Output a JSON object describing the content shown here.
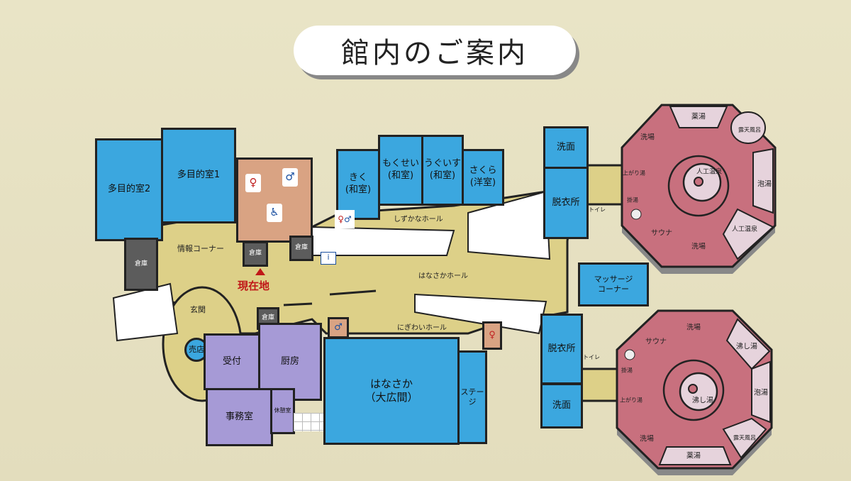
{
  "title": "館内のご案内",
  "rooms": {
    "multi2": "多目的室2",
    "multi1": "多目的室1",
    "info": "情報コーナー",
    "storage": "倉庫",
    "here": "現在地",
    "entrance": "玄関",
    "shop": "売店",
    "reception": "受付",
    "kitchen": "厨房",
    "office": "事務室",
    "rest": "休憩室",
    "hanasaka": "はなさか",
    "hanasaka_sub": "（大広間）",
    "stage": "ステージ",
    "nigiwai": "にぎわいホール",
    "hanasaka_hall": "はなさかホール",
    "shizuka": "しずかなホール",
    "kiku": "きく",
    "mokusei": "もくせい",
    "uguisu": "うぐいす",
    "sakura": "さくら",
    "washitsu": "(和室)",
    "youshitsu": "(洋室)",
    "senmen": "洗面",
    "datsui": "脱衣所",
    "toilet": "トイレ",
    "massage": "マッサージ\nコーナー"
  },
  "bath1": {
    "yakuyu": "薬湯",
    "rotenburo": "露天風呂",
    "araiba": "洗場",
    "jinko": "人工温泉",
    "awayu": "泡湯",
    "agariyu": "上がり湯",
    "kakeyu": "掛湯",
    "sauna": "サウナ"
  },
  "bath2": {
    "araiba": "洗場",
    "sauna": "サウナ",
    "wakashiyu": "沸し湯",
    "kakeyu": "掛湯",
    "awayu": "泡湯",
    "agariyu": "上がり湯",
    "rotenburo": "露天風呂",
    "yakuyu": "薬湯"
  },
  "colors": {
    "room": "#3ba7df",
    "bath": "#c8707e",
    "bath_light": "#e6d3dc",
    "hall": "#ddd088",
    "office": "#a69ad6"
  }
}
